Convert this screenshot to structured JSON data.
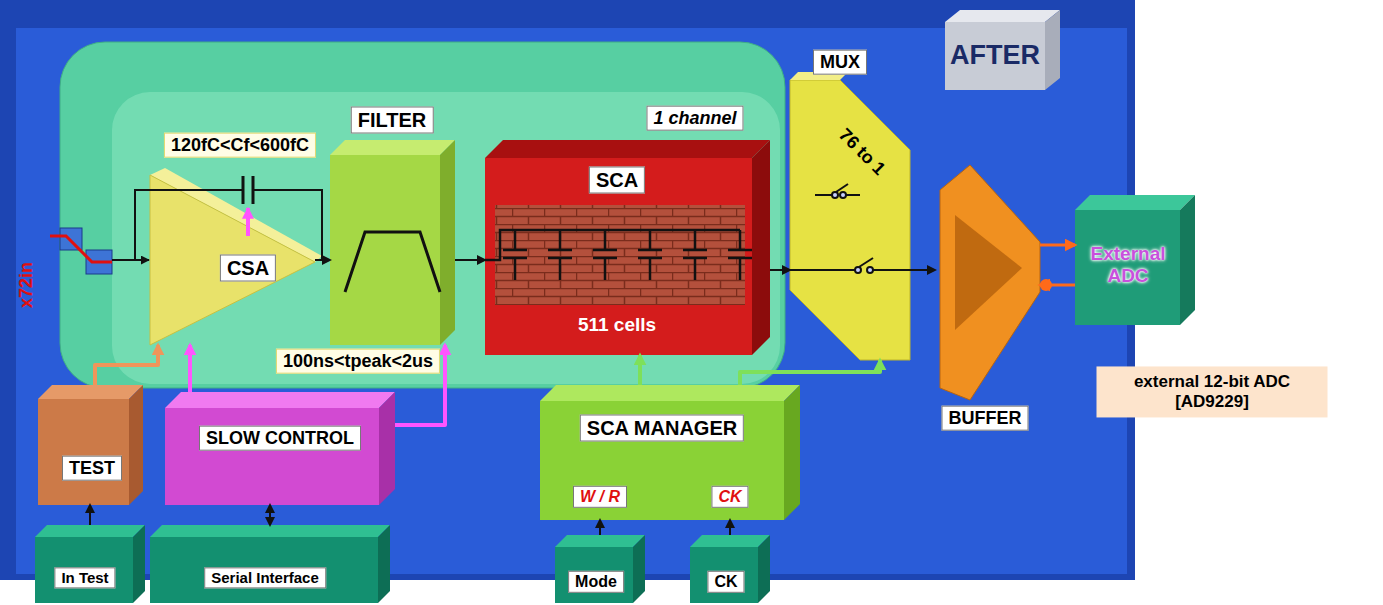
{
  "diagram": {
    "nodes": [
      {
        "text": [
          "AFTER"
        ]
      },
      {
        "text": [
          "1 channel"
        ],
        "in": 0
      },
      {
        "text": [
          "CSA"
        ],
        "in": 1
      },
      {
        "text": [
          "FILTER"
        ],
        "in": 1
      },
      {
        "text": [
          "SCA",
          "511 cells"
        ],
        "in": 1
      },
      {
        "text": [
          "MUX",
          "76 to 1"
        ],
        "in": 0
      },
      {
        "text": [
          "BUFFER"
        ],
        "in": 0
      },
      {
        "text": [
          "External ADC"
        ]
      },
      {
        "text": [
          "TEST"
        ],
        "in": 0
      },
      {
        "text": [
          "SLOW CONTROL"
        ],
        "in": 0
      },
      {
        "text": [
          "SCA MANAGER",
          "W / R",
          "CK"
        ],
        "in": 0
      },
      {
        "text": [
          "In Test"
        ]
      },
      {
        "text": [
          "Serial Interface"
        ]
      },
      {
        "text": [
          "Mode"
        ]
      },
      {
        "text": [
          "CK"
        ]
      }
    ],
    "edges": [
      {
        "from": 2,
        "to": 3,
        "arrow": "to"
      },
      {
        "from": 3,
        "to": 4,
        "arrow": "to"
      },
      {
        "from": 4,
        "to": 5,
        "arrow": "to"
      },
      {
        "from": 5,
        "to": 6,
        "arrow": "to"
      },
      {
        "from": 6,
        "to": 7,
        "arrow": "to"
      },
      {
        "from": 7,
        "to": 6,
        "arrow": "to"
      },
      {
        "from": 8,
        "to": 2,
        "arrow": "to"
      },
      {
        "from": 9,
        "to": 2,
        "arrow": "to"
      },
      {
        "from": 9,
        "to": 3,
        "arrow": "to"
      },
      {
        "from": 10,
        "to": 4,
        "arrow": "to"
      },
      {
        "from": 10,
        "to": 5,
        "arrow": "to"
      },
      {
        "from": 11,
        "to": 8,
        "arrow": "to"
      },
      {
        "from": 12,
        "to": 9,
        "arrow": "both"
      },
      {
        "from": 13,
        "to": 10,
        "arrow": "to"
      },
      {
        "from": 14,
        "to": 10,
        "arrow": "to"
      }
    ],
    "labels": [
      "120fC<Cf<600fC",
      "100ns<tpeak<2us",
      "x72in",
      "external 12-bit ADC [AD9229]"
    ]
  }
}
